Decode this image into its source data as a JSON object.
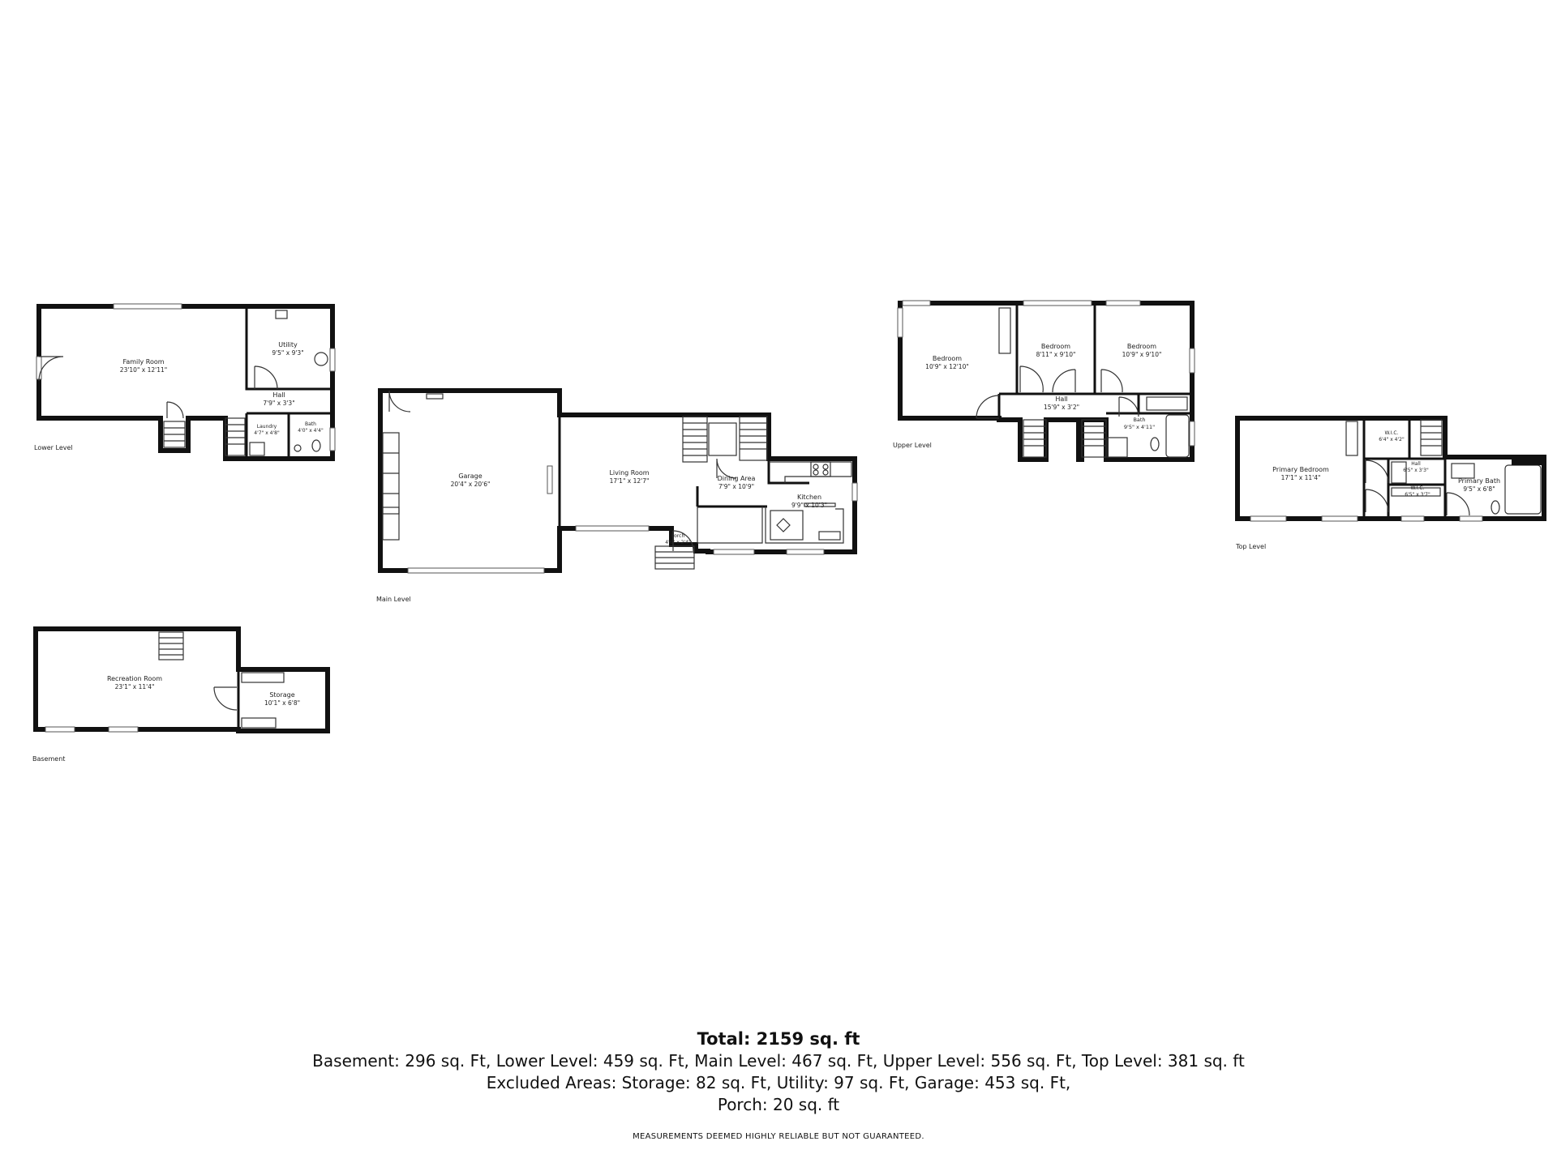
{
  "levels": {
    "lower": "Lower Level",
    "main": "Main Level",
    "upper": "Upper Level",
    "top": "Top Level",
    "basement": "Basement"
  },
  "rooms": {
    "family_room": {
      "name": "Family Room",
      "dim": "23'10\" x 12'11\""
    },
    "utility": {
      "name": "Utility",
      "dim": "9'5\" x 9'3\""
    },
    "lower_hall": {
      "name": "Hall",
      "dim": "7'9\" x 3'3\""
    },
    "laundry": {
      "name": "Laundry",
      "dim": "4'7\" x 4'8\""
    },
    "lower_bath": {
      "name": "Bath",
      "dim": "4'0\" x 4'4\""
    },
    "garage": {
      "name": "Garage",
      "dim": "20'4\" x 20'6\""
    },
    "living_room": {
      "name": "Living Room",
      "dim": "17'1\" x 12'7\""
    },
    "dining_area": {
      "name": "Dining Area",
      "dim": "7'9\" x 10'9\""
    },
    "kitchen": {
      "name": "Kitchen",
      "dim": "9'9\" x 10'3\""
    },
    "porch": {
      "name": "Porch",
      "dim": "4'6\" x 2'4\""
    },
    "bedroom_1": {
      "name": "Bedroom",
      "dim": "10'9\" x 12'10\""
    },
    "bedroom_2": {
      "name": "Bedroom",
      "dim": "8'11\" x 9'10\""
    },
    "bedroom_3": {
      "name": "Bedroom",
      "dim": "10'9\" x 9'10\""
    },
    "upper_hall": {
      "name": "Hall",
      "dim": "15'9\" x 3'2\""
    },
    "upper_bath": {
      "name": "Bath",
      "dim": "9'5\" x 4'11\""
    },
    "primary_bedroom": {
      "name": "Primary Bedroom",
      "dim": "17'1\" x 11'4\""
    },
    "wic_1": {
      "name": "W.I.C.",
      "dim": "6'4\" x 4'2\""
    },
    "top_hall": {
      "name": "Hall",
      "dim": "6'5\" x 3'3\""
    },
    "wic_2": {
      "name": "W.I.C.",
      "dim": "6'5\" x 3'7\""
    },
    "primary_bath": {
      "name": "Primary Bath",
      "dim": "9'5\" x 6'8\""
    },
    "recreation_room": {
      "name": "Recreation Room",
      "dim": "23'1\" x 11'4\""
    },
    "storage": {
      "name": "Storage",
      "dim": "10'1\" x 6'8\""
    }
  },
  "summary": {
    "total": "Total: 2159 sq. ft",
    "line1": "Basement: 296 sq. Ft, Lower Level: 459 sq. Ft, Main Level: 467 sq. Ft, Upper Level: 556 sq. Ft, Top Level: 381 sq. ft",
    "line2": "Excluded Areas: Storage: 82 sq. Ft, Utility: 97 sq. Ft, Garage: 453 sq. Ft,",
    "line3": "Porch: 20 sq. ft",
    "disclaimer": "MEASUREMENTS DEEMED HIGHLY RELIABLE BUT NOT GUARANTEED."
  }
}
